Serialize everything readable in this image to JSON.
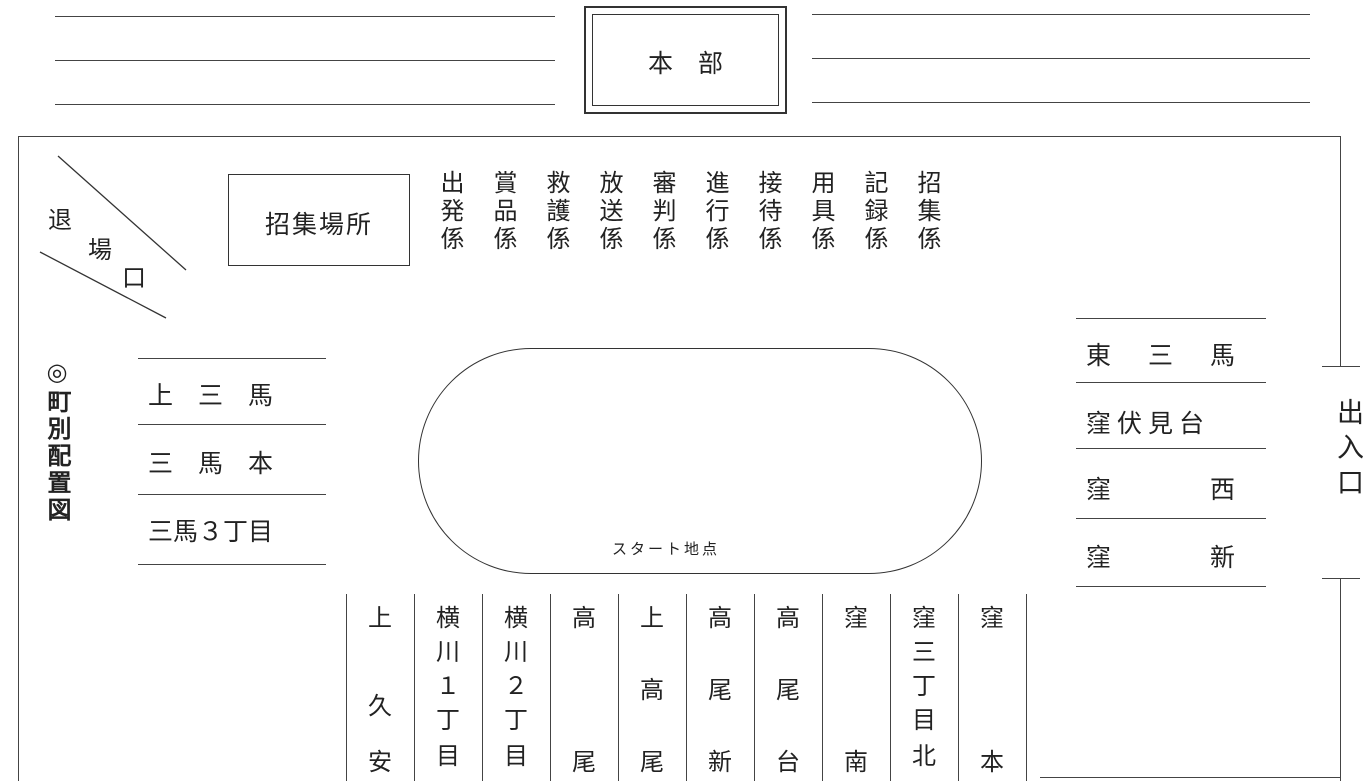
{
  "honbu": "本　部",
  "taijo": [
    "退",
    "場",
    "口"
  ],
  "shushu_basho": "招集場所",
  "kakari": [
    "出発係",
    "賞品係",
    "救護係",
    "放送係",
    "審判係",
    "進行係",
    "接待係",
    "用具係",
    "記録係",
    "招集係"
  ],
  "machi_heading": "◎町別配置図",
  "left_towns": [
    "上　三　馬",
    "三　馬　本",
    "三馬３丁目"
  ],
  "right_towns": [
    "東　三　馬",
    "窪伏見台",
    "窪　　　西",
    "窪　　　新"
  ],
  "start_point": "スタート地点",
  "deiriguchi": "出入口",
  "bottom_towns": [
    [
      "上",
      "",
      "久",
      "安"
    ],
    [
      "横",
      "川",
      "１",
      "丁",
      "目"
    ],
    [
      "横",
      "川",
      "２",
      "丁",
      "目"
    ],
    [
      "高",
      "",
      "",
      "",
      "尾"
    ],
    [
      "上",
      "",
      "高",
      "",
      "尾"
    ],
    [
      "高",
      "",
      "尾",
      "",
      "新"
    ],
    [
      "高",
      "",
      "尾",
      "",
      "台"
    ],
    [
      "窪",
      "",
      "",
      "",
      "南"
    ],
    [
      "窪",
      "三",
      "丁",
      "目",
      "北"
    ],
    [
      "窪",
      "",
      "",
      "",
      "本"
    ]
  ]
}
